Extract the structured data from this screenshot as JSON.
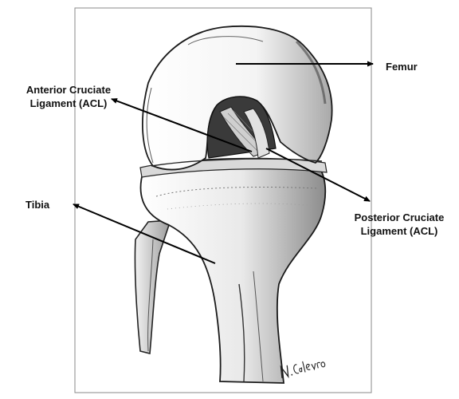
{
  "diagram": {
    "labels": {
      "femur": "Femur",
      "acl": [
        "Anterior Cruciate",
        "Ligament (ACL)"
      ],
      "tibia": "Tibia",
      "pcl": [
        "Posterior Cruciate",
        "Ligament (ACL)"
      ]
    },
    "signature": "N. Calevro"
  },
  "colors": {
    "ink": "#111111",
    "arrow": "#000000",
    "frame": "#8a8a8a"
  }
}
